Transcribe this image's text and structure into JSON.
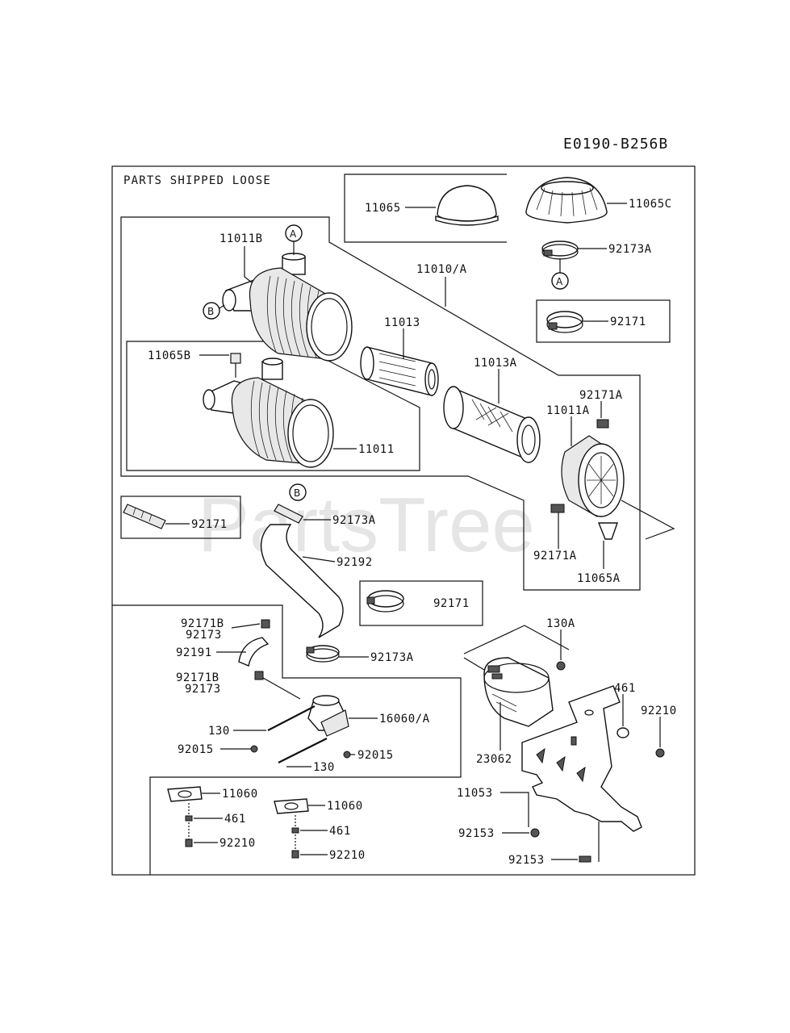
{
  "diagram_code": "E0190-B256B",
  "watermark": "PartsTree",
  "section_title": "PARTS SHIPPED LOOSE",
  "callouts": {
    "A": "A",
    "B": "B"
  },
  "labels": {
    "p11065": "11065",
    "p11065C": "11065C",
    "p92173A_top": "92173A",
    "p92171_box1": "92171",
    "p11011B": "11011B",
    "p11010A": "11010/A",
    "p11013": "11013",
    "p11013A": "11013A",
    "p11065B": "11065B",
    "p11011": "11011",
    "p92171A_upper": "92171A",
    "p11011A": "11011A",
    "p92171_box2": "92171",
    "p92173A_mid": "92173A",
    "p92192": "92192",
    "p92171A_lower": "92171A",
    "p11065A": "11065A",
    "p92171_box3": "92171",
    "p92171B_1": "92171B",
    "p92173_1": "92173",
    "p92191": "92191",
    "p92171B_2": "92171B",
    "p92173_2": "92173",
    "p92173A_low": "92173A",
    "p130A": "130A",
    "p461_right": "461",
    "p92210_right": "92210",
    "p16060A": "16060/A",
    "p130_a": "130",
    "p92015_a": "92015",
    "p92015_b": "92015",
    "p130_b": "130",
    "p23062": "23062",
    "p11060_a": "11060",
    "p11060_b": "11060",
    "p461_a": "461",
    "p461_b": "461",
    "p92210_a": "92210",
    "p92210_b": "92210",
    "p11053": "11053",
    "p92153_a": "92153",
    "p92153_b": "92153"
  }
}
